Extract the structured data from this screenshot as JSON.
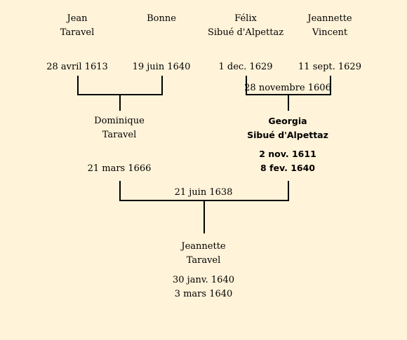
{
  "people": {
    "jean": {
      "first": "Jean",
      "last": "Taravel",
      "date": "28 avril 1613"
    },
    "bonne": {
      "first": "Bonne",
      "date": "19 juin 1640"
    },
    "felix": {
      "first": "Félix",
      "last": "Sibué d'Alpettaz",
      "date": "1 dec. 1629"
    },
    "jeannette_v": {
      "first": "Jeannette",
      "last": "Vincent",
      "date": "11 sept. 1629"
    },
    "dominique": {
      "first": "Dominique",
      "last": "Taravel",
      "date": "21 mars 1666"
    },
    "georgia": {
      "first": "Georgia",
      "last": "Sibué d'Alpettaz",
      "birth": "2 nov. 1611",
      "death": "8 fev. 1640"
    },
    "jeannette_t": {
      "first": "Jeannette",
      "last": "Taravel",
      "birth": "30 janv. 1640",
      "death": "3 mars 1640"
    }
  },
  "marriages": {
    "felix_jeannette": "28 novembre 1606",
    "dominique_georgia": "21 juin 1638"
  }
}
